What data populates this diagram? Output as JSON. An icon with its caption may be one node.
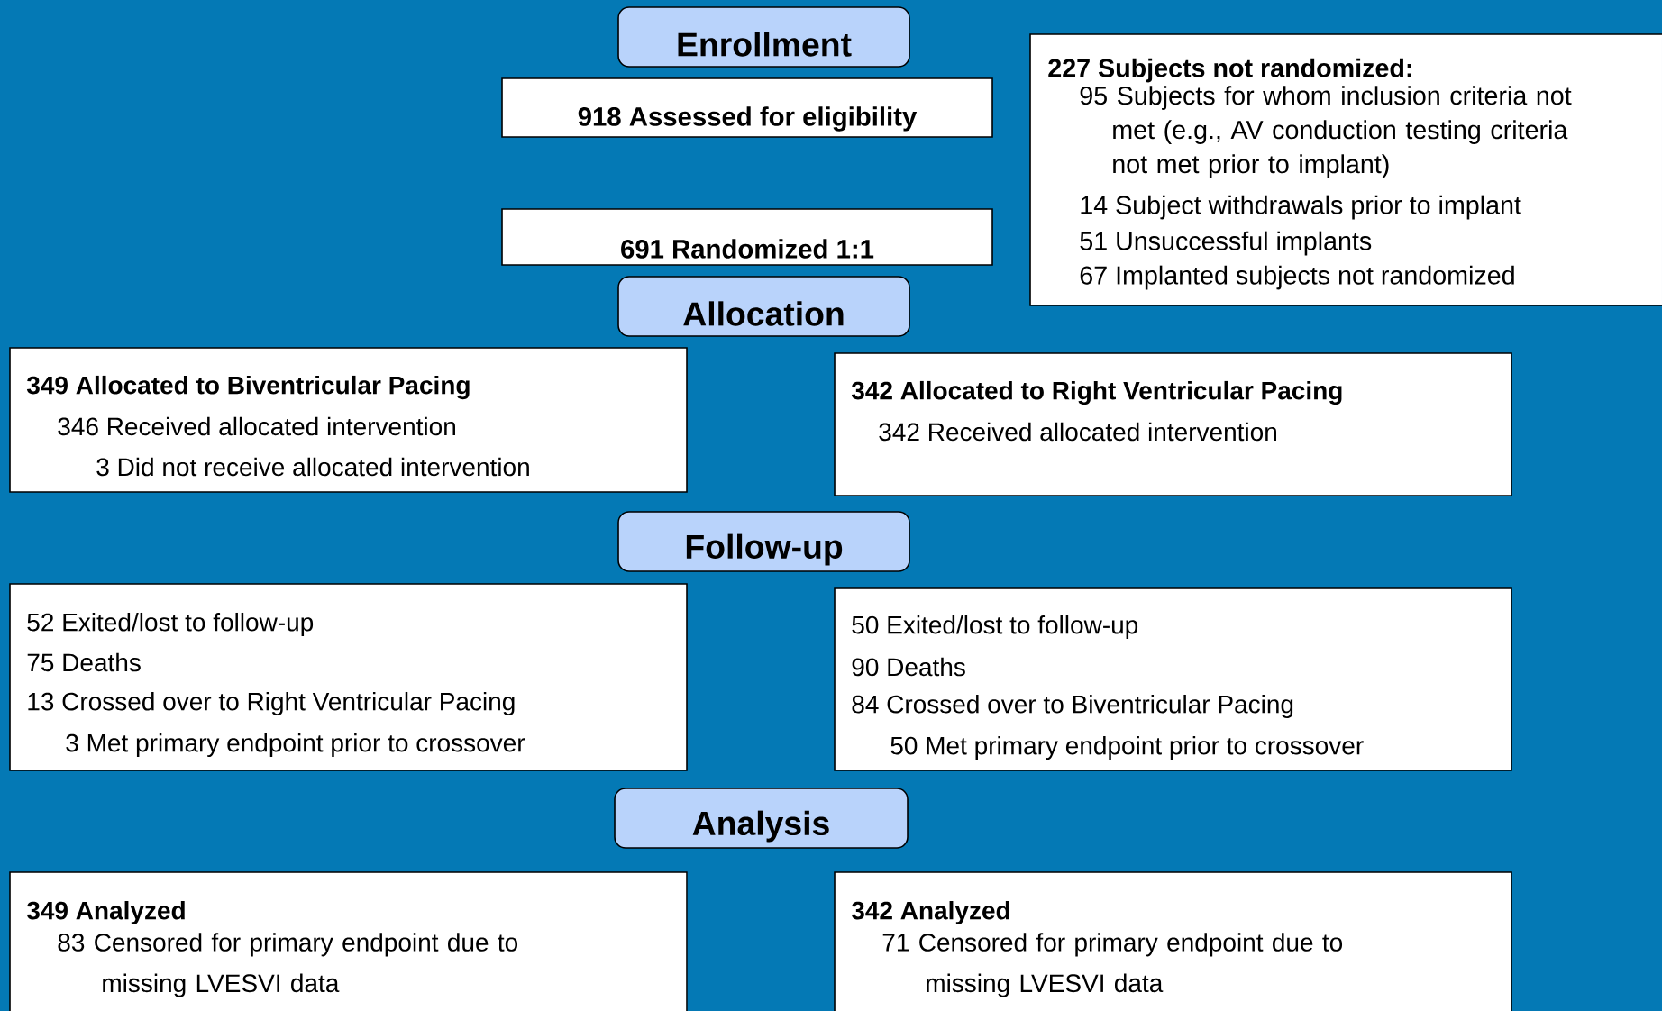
{
  "diagram": {
    "nodes": [
      {
        "text": [
          "Enrollment"
        ]
      },
      {
        "text": [
          "918 Assessed for eligibility"
        ]
      },
      {
        "text": [
          "691 Randomized 1:1"
        ]
      },
      {
        "text": [
          "227 Subjects not randomized:",
          "95 Subjects for whom inclusion criteria not met (e.g., AV conduction testing criteria not met prior to implant)",
          "14 Subject withdrawals prior to implant",
          "51 Unsuccessful implants",
          "67 Implanted subjects not randomized"
        ]
      },
      {
        "text": [
          "Allocation"
        ]
      },
      {
        "text": [
          "349 Allocated to Biventricular Pacing",
          "346 Received allocated intervention",
          "3 Did not receive allocated intervention"
        ]
      },
      {
        "text": [
          "342 Allocated to Right Ventricular Pacing",
          "342 Received allocated intervention"
        ]
      },
      {
        "text": [
          "Follow-up"
        ]
      },
      {
        "text": [
          "52 Exited/lost to follow-up",
          "75 Deaths",
          "13 Crossed over to Right Ventricular Pacing",
          "3 Met primary endpoint prior to crossover"
        ]
      },
      {
        "text": [
          "50 Exited/lost to follow-up",
          "90 Deaths",
          "84 Crossed over to Biventricular Pacing",
          "50 Met primary endpoint prior to crossover"
        ]
      },
      {
        "text": [
          "Analysis"
        ]
      },
      {
        "text": [
          "349 Analyzed",
          "83 Censored for primary endpoint due to missing LVESVI data"
        ]
      },
      {
        "text": [
          "342 Analyzed",
          "71 Censored for primary endpoint due to missing LVESVI data"
        ]
      }
    ]
  }
}
